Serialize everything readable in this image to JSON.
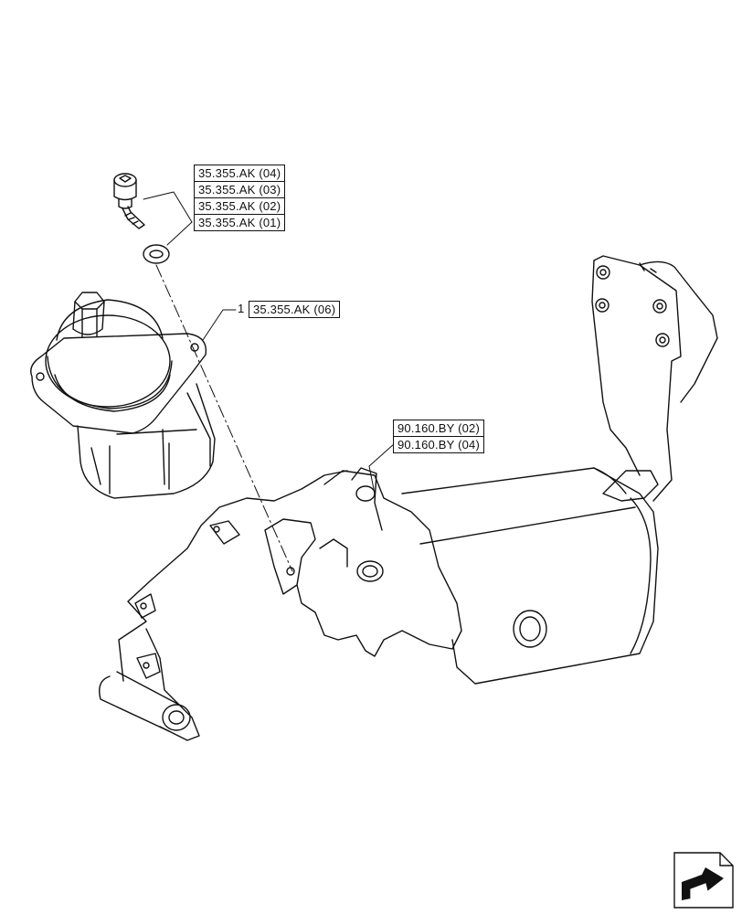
{
  "diagram": {
    "item_number": "1",
    "references": {
      "screw_group": [
        "35.355.AK (04)",
        "35.355.AK (03)",
        "35.355.AK (02)",
        "35.355.AK (01)"
      ],
      "joystick": "35.355.AK (06)",
      "bracket_group": [
        "90.160.BY (02)",
        "90.160.BY (04)"
      ]
    },
    "icons": {
      "navigation": "next-page-arrow-icon"
    }
  }
}
